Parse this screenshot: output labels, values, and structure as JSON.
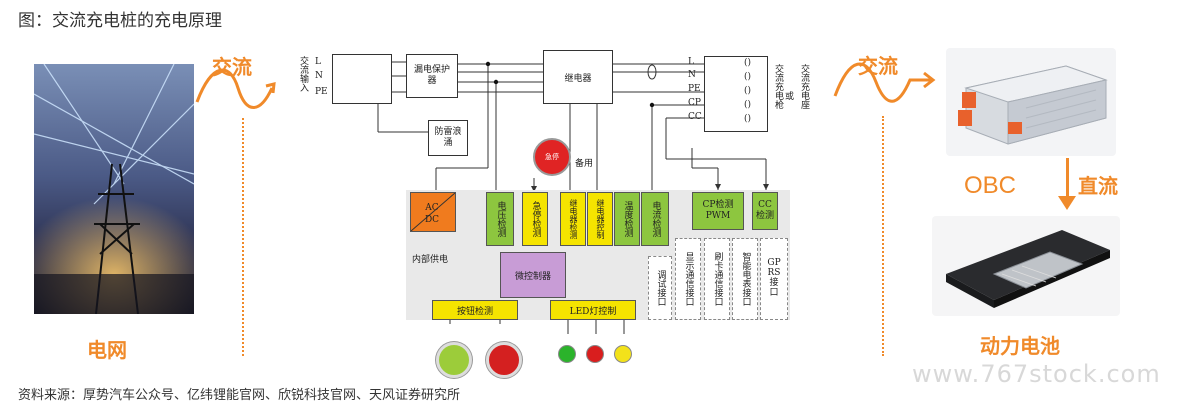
{
  "title": "图：交流充电桩的充电原理",
  "labels": {
    "ac_left": "交流",
    "ac_right": "交流",
    "dc": "直流",
    "grid": "电网",
    "obc": "OBC",
    "battery": "动力电池"
  },
  "source": "资料来源：厚势汽车公众号、亿纬锂能官网、欣锐科技官网、天风证券研究所",
  "watermark": "www.767stock.com",
  "schematic": {
    "ac_input": "交流输入",
    "input_terms": [
      "L",
      "N",
      "PE"
    ],
    "leakage_protector": "漏电保护器",
    "relay": "继电器",
    "surge": "防雷浪涌",
    "output_terms": [
      "L",
      "N",
      "PE",
      "CP",
      "CC"
    ],
    "output_vals": [
      "()",
      "()",
      "()",
      "()",
      "()"
    ],
    "pile_socket": "交流充电枪",
    "or": "或",
    "vehicle_socket": "交流充电座",
    "emergency_stop": "急停",
    "spare": "备用",
    "acdc": "AC DC",
    "internal_power": "内部供电",
    "modules": [
      "电压检测",
      "急停检测",
      "继电器检测",
      "继电器控制",
      "温度检测",
      "电流检测"
    ],
    "cp_module": "CP检测PWM",
    "cc_module": "CC检测",
    "mcu": "微控制器",
    "ifaces": [
      "调试接口",
      "显示通信接口",
      "刷卡通信接口",
      "智能电表接口",
      "GPRS接口"
    ],
    "button_detect": "按钮检测",
    "led_control": "LED灯控制"
  }
}
